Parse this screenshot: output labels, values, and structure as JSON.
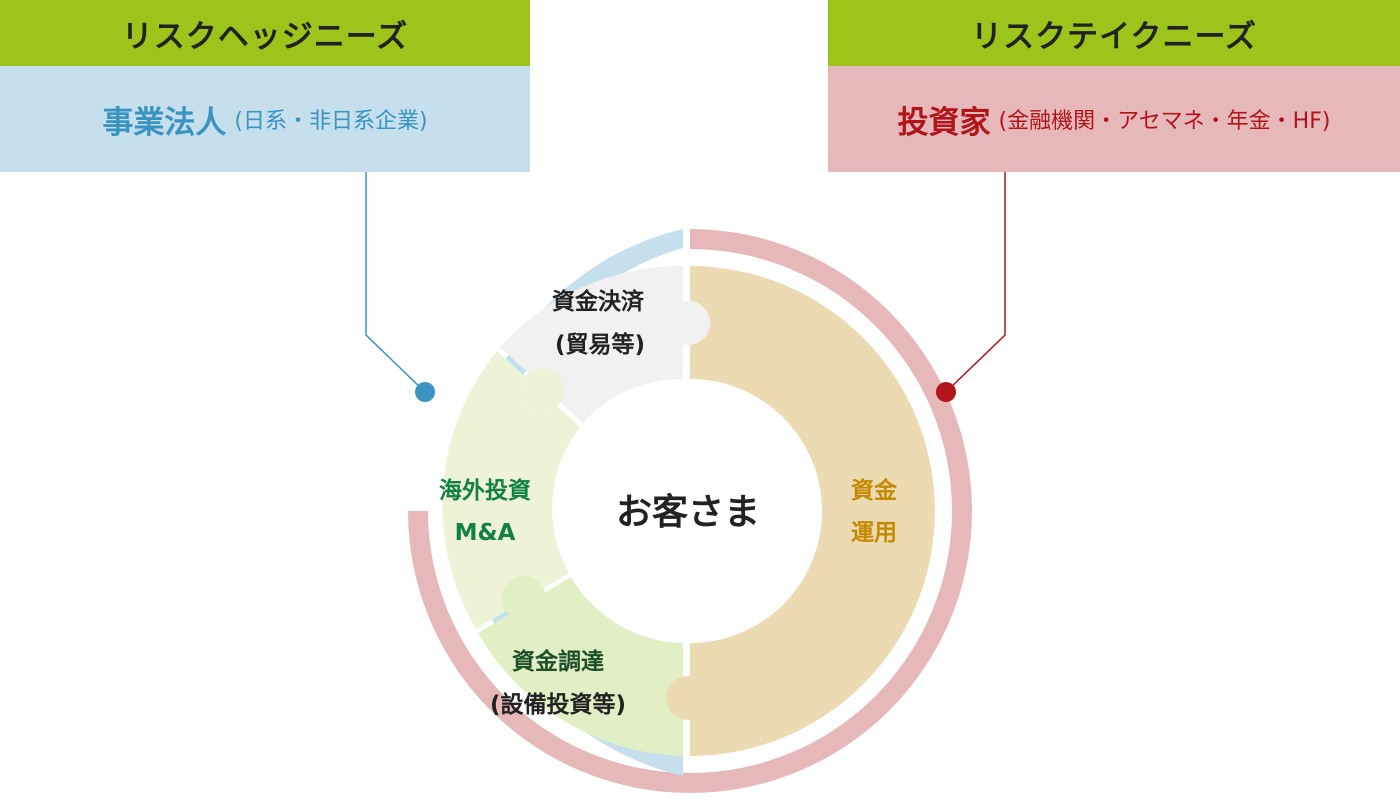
{
  "left_panel": {
    "heading": "リスクヘッジニーズ",
    "title": "事業法人",
    "subtitle": "(日系・非日系企業)"
  },
  "right_panel": {
    "heading": "リスクテイクニーズ",
    "title": "投資家",
    "subtitle": "(金融機関・アセマネ・年金・HF)"
  },
  "center": {
    "label": "お客さま"
  },
  "segments": {
    "payment": {
      "line1": "資金決済",
      "line2": "(貿易等)"
    },
    "overseas": {
      "line1": "海外投資",
      "line2": "M&A"
    },
    "funding": {
      "line1": "資金調達",
      "line2": "(設備投資等)"
    },
    "asset_management": {
      "line1": "資金",
      "line2": "運用"
    }
  },
  "colors": {
    "header_green": "#9dc41a",
    "hedge_blue": "#c5e0ec",
    "hedge_text": "#3a93c0",
    "take_pink": "#e6b8b9",
    "take_text": "#b11419",
    "payment_fill": "#f1f1f1",
    "overseas_fill": "#eef3d8",
    "funding_fill": "#e2eec3",
    "asset_fill": "#ebdab2",
    "asset_text": "#c48a00",
    "overseas_text": "#118044",
    "funding_text": "#1d4f2a"
  }
}
